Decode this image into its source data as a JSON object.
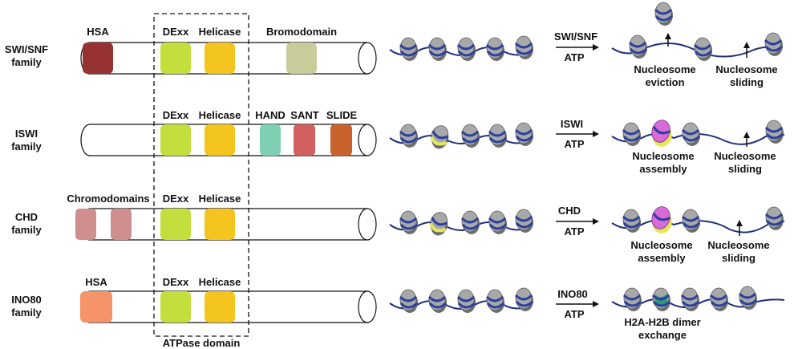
{
  "atpase_domain_label": "ATPase domain",
  "families": [
    {
      "name_line1": "SWI/SNF",
      "name_line2": "family",
      "domains": [
        {
          "label": "HSA",
          "color": "#963232"
        },
        {
          "label": "DExx",
          "color": "#c3de3d"
        },
        {
          "label": "Helicase",
          "color": "#f5c51f"
        },
        {
          "label": "Bromodomain",
          "color": "#c8cc9a"
        }
      ],
      "arrow_top": "SWI/SNF",
      "arrow_bottom": "ATP",
      "outcomes": [
        {
          "line1": "Nucleosome",
          "line2": "eviction"
        },
        {
          "line1": "Nucleosome",
          "line2": "sliding"
        }
      ]
    },
    {
      "name_line1": "ISWI",
      "name_line2": "family",
      "domains": [
        {
          "label": "DExx",
          "color": "#c3de3d"
        },
        {
          "label": "Helicase",
          "color": "#f5c51f"
        },
        {
          "label": "HAND",
          "color": "#7fcfb3"
        },
        {
          "label": "SANT",
          "color": "#d25f5f"
        },
        {
          "label": "SLIDE",
          "color": "#c8612c"
        }
      ],
      "arrow_top": "ISWI",
      "arrow_bottom": "ATP",
      "outcomes": [
        {
          "line1": "Nucleosome",
          "line2": "assembly"
        },
        {
          "line1": "Nucleosome",
          "line2": "sliding"
        }
      ]
    },
    {
      "name_line1": "CHD",
      "name_line2": "family",
      "domains": [
        {
          "label": "Chromodomains",
          "color": "#cf8f8f"
        },
        {
          "label": "DExx",
          "color": "#c3de3d"
        },
        {
          "label": "Helicase",
          "color": "#f5c51f"
        }
      ],
      "arrow_top": "CHD",
      "arrow_bottom": "ATP",
      "outcomes": [
        {
          "line1": "Nucleosome",
          "line2": "assembly"
        },
        {
          "line1": "Nucleosome",
          "line2": "sliding"
        }
      ]
    },
    {
      "name_line1": "INO80",
      "name_line2": "family",
      "domains": [
        {
          "label": "HSA",
          "color": "#f49468"
        },
        {
          "label": "DExx",
          "color": "#c3de3d"
        },
        {
          "label": "Helicase",
          "color": "#f5c51f"
        }
      ],
      "arrow_top": "INO80",
      "arrow_bottom": "ATP",
      "outcomes": [
        {
          "line1": "H2A-H2B dimer",
          "line2": "exchange"
        }
      ]
    }
  ],
  "colors": {
    "dna": "#1f2f7a",
    "histone": "#9a9a9a",
    "histone_band": "#2a3f9e",
    "assembled_yellow": "#e3e85a",
    "assembled_pink": "#d96ad9",
    "dimer_green": "#2f9a7a"
  }
}
